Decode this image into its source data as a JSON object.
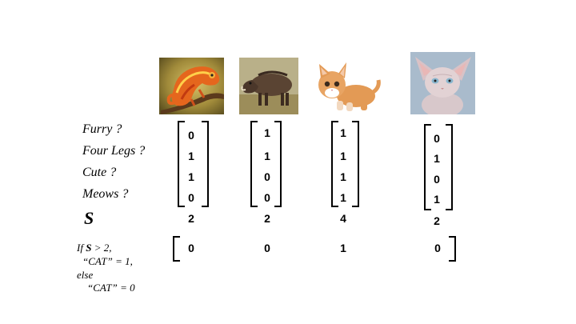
{
  "features": [
    "Furry ?",
    "Four Legs ?",
    "Cute ?",
    "Meows ?"
  ],
  "sum_label": "S",
  "rule": {
    "line1_prefix": "If ",
    "line1_symbol": "S",
    "line1_suffix": " > 2,",
    "line2": "“CAT” = 1,",
    "line3": "else",
    "line4": "“CAT” = 0"
  },
  "animals": [
    {
      "name": "chameleon",
      "vector": [
        "0",
        "1",
        "1",
        "0"
      ],
      "sum": "2",
      "output": "0"
    },
    {
      "name": "warthog",
      "vector": [
        "1",
        "1",
        "0",
        "0"
      ],
      "sum": "2",
      "output": "0"
    },
    {
      "name": "kitten",
      "vector": [
        "1",
        "1",
        "1",
        "1"
      ],
      "sum": "4",
      "output": "1"
    },
    {
      "name": "sphynx-cat",
      "vector": [
        "0",
        "1",
        "0",
        "1"
      ],
      "sum": "2",
      "output": "0"
    }
  ]
}
